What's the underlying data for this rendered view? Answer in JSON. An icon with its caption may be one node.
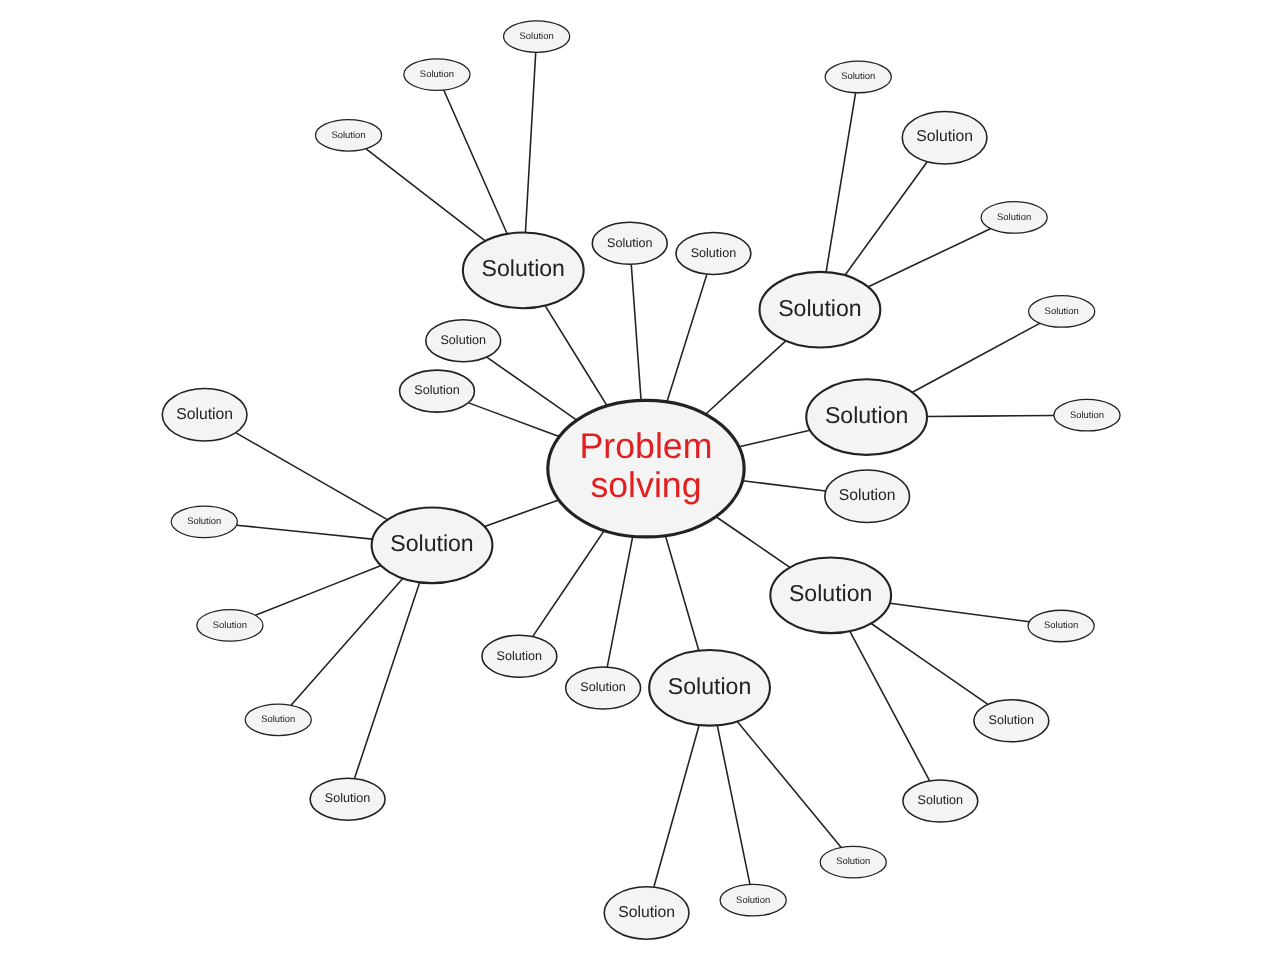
{
  "diagram": {
    "nodes": [
      {
        "text": [
          "Problem solving"
        ]
      },
      {
        "text": [
          "Solution"
        ]
      },
      {
        "text": [
          "Solution"
        ]
      },
      {
        "text": [
          "Solution"
        ]
      },
      {
        "text": [
          "Solution"
        ]
      },
      {
        "text": [
          "Solution"
        ]
      },
      {
        "text": [
          "Solution"
        ]
      },
      {
        "text": [
          "Solution"
        ]
      },
      {
        "text": [
          "Solution"
        ]
      },
      {
        "text": [
          "Solution"
        ]
      },
      {
        "text": [
          "Solution"
        ]
      },
      {
        "text": [
          "Solution"
        ]
      },
      {
        "text": [
          "Solution"
        ]
      },
      {
        "text": [
          "Solution"
        ]
      },
      {
        "text": [
          "Solution"
        ]
      },
      {
        "text": [
          "Solution"
        ]
      },
      {
        "text": [
          "Solution"
        ]
      },
      {
        "text": [
          "Solution"
        ]
      },
      {
        "text": [
          "Solution"
        ]
      },
      {
        "text": [
          "Solution"
        ]
      },
      {
        "text": [
          "Solution"
        ]
      },
      {
        "text": [
          "Solution"
        ]
      },
      {
        "text": [
          "Solution"
        ]
      },
      {
        "text": [
          "Solution"
        ]
      },
      {
        "text": [
          "Solution"
        ]
      },
      {
        "text": [
          "Solution"
        ]
      },
      {
        "text": [
          "Solution"
        ]
      },
      {
        "text": [
          "Solution"
        ]
      },
      {
        "text": [
          "Solution"
        ]
      },
      {
        "text": [
          "Solution"
        ]
      },
      {
        "text": [
          "Solution"
        ]
      },
      {
        "text": [
          "Solution"
        ]
      },
      {
        "text": [
          "Solution"
        ]
      }
    ],
    "edges": [
      {
        "from": 0,
        "to": 5,
        "arrow": "none"
      },
      {
        "from": 0,
        "to": 4,
        "arrow": "none"
      },
      {
        "from": 0,
        "to": 14,
        "arrow": "none"
      },
      {
        "from": 0,
        "to": 19,
        "arrow": "none"
      },
      {
        "from": 0,
        "to": 26,
        "arrow": "none"
      },
      {
        "from": 0,
        "to": 25,
        "arrow": "none"
      },
      {
        "from": 0,
        "to": 15,
        "arrow": "none"
      },
      {
        "from": 0,
        "to": 11,
        "arrow": "none"
      },
      {
        "from": 0,
        "to": 13,
        "arrow": "none"
      },
      {
        "from": 0,
        "to": 18,
        "arrow": "none"
      },
      {
        "from": 0,
        "to": 20,
        "arrow": "none"
      },
      {
        "from": 0,
        "to": 23,
        "arrow": "none"
      },
      {
        "from": 0,
        "to": 27,
        "arrow": "none"
      },
      {
        "from": 5,
        "to": 3,
        "arrow": "none"
      },
      {
        "from": 5,
        "to": 9,
        "arrow": "none"
      },
      {
        "from": 5,
        "to": 1,
        "arrow": "none"
      },
      {
        "from": 4,
        "to": 6,
        "arrow": "none"
      },
      {
        "from": 4,
        "to": 2,
        "arrow": "none"
      },
      {
        "from": 14,
        "to": 7,
        "arrow": "none"
      },
      {
        "from": 14,
        "to": 8,
        "arrow": "none"
      },
      {
        "from": 14,
        "to": 17,
        "arrow": "none"
      },
      {
        "from": 19,
        "to": 10,
        "arrow": "none"
      },
      {
        "from": 19,
        "to": 12,
        "arrow": "none"
      },
      {
        "from": 19,
        "to": 16,
        "arrow": "none"
      },
      {
        "from": 19,
        "to": 22,
        "arrow": "none"
      },
      {
        "from": 19,
        "to": 24,
        "arrow": "none"
      },
      {
        "from": 26,
        "to": 21,
        "arrow": "none"
      },
      {
        "from": 26,
        "to": 29,
        "arrow": "none"
      },
      {
        "from": 26,
        "to": 32,
        "arrow": "none"
      },
      {
        "from": 25,
        "to": 28,
        "arrow": "none"
      },
      {
        "from": 25,
        "to": 31,
        "arrow": "none"
      },
      {
        "from": 25,
        "to": 30,
        "arrow": "none"
      }
    ]
  }
}
